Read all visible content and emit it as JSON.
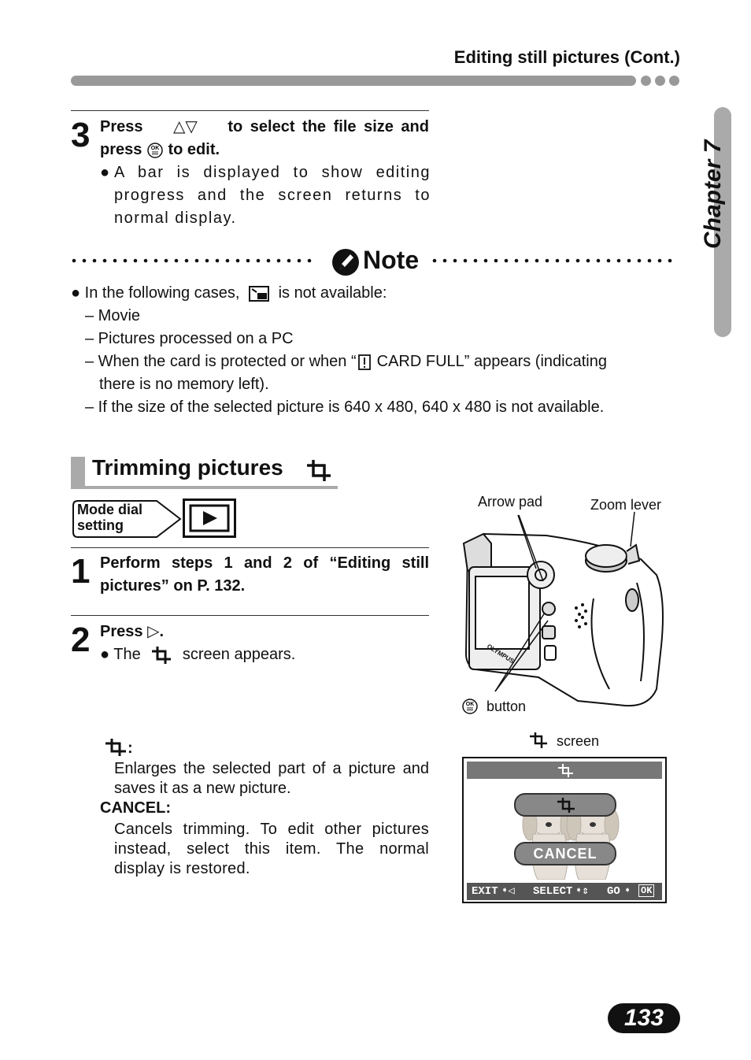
{
  "header": {
    "title": "Editing still pictures (Cont.)"
  },
  "chapter": {
    "label": "Chapter 7"
  },
  "step3": {
    "number": "3",
    "line1_press": "Press",
    "line1_rest": "to select the file size and",
    "line2_press": "press",
    "line2_rest": "to edit.",
    "bullet": "A bar is displayed to show editing progress and the screen returns to normal display."
  },
  "note": {
    "title": "Note",
    "intro_a": "In the following cases,",
    "intro_b": "is not available:",
    "items": [
      "– Movie",
      "– Pictures processed on a PC",
      "– If the size of the selected picture is 640 x 480, 640 x 480 is not available."
    ],
    "card_a": "– When the card is protected or when “",
    "card_b": "CARD FULL” appears (indicating",
    "card_c": "there is no memory left)."
  },
  "section": {
    "title": "Trimming pictures"
  },
  "mode": {
    "label_line1": "Mode dial",
    "label_line2": "setting"
  },
  "step1": {
    "number": "1",
    "text_line1": "Perform steps 1 and 2 of “Editing still",
    "text_line2": "pictures” on P. 132."
  },
  "step2": {
    "number": "2",
    "press": "Press",
    "period": ".",
    "bullet_a": "The",
    "bullet_b": "screen appears."
  },
  "definitions": {
    "trim_colon": ":",
    "trim_desc": "Enlarges the selected part of a picture and saves it as a new picture.",
    "cancel_label": "CANCEL:",
    "cancel_desc": "Cancels trimming. To edit other pictures instead, select this item. The normal display is restored."
  },
  "camera_labels": {
    "arrow_pad": "Arrow pad",
    "zoom_lever": "Zoom lever",
    "ok_button": "button",
    "brand": "OLYMPUS"
  },
  "screen": {
    "caption": "screen",
    "cancel": "CANCEL",
    "exit": "EXIT",
    "select": "SELECT",
    "go": "GO",
    "ok": "OK"
  },
  "page": {
    "number": "133"
  }
}
